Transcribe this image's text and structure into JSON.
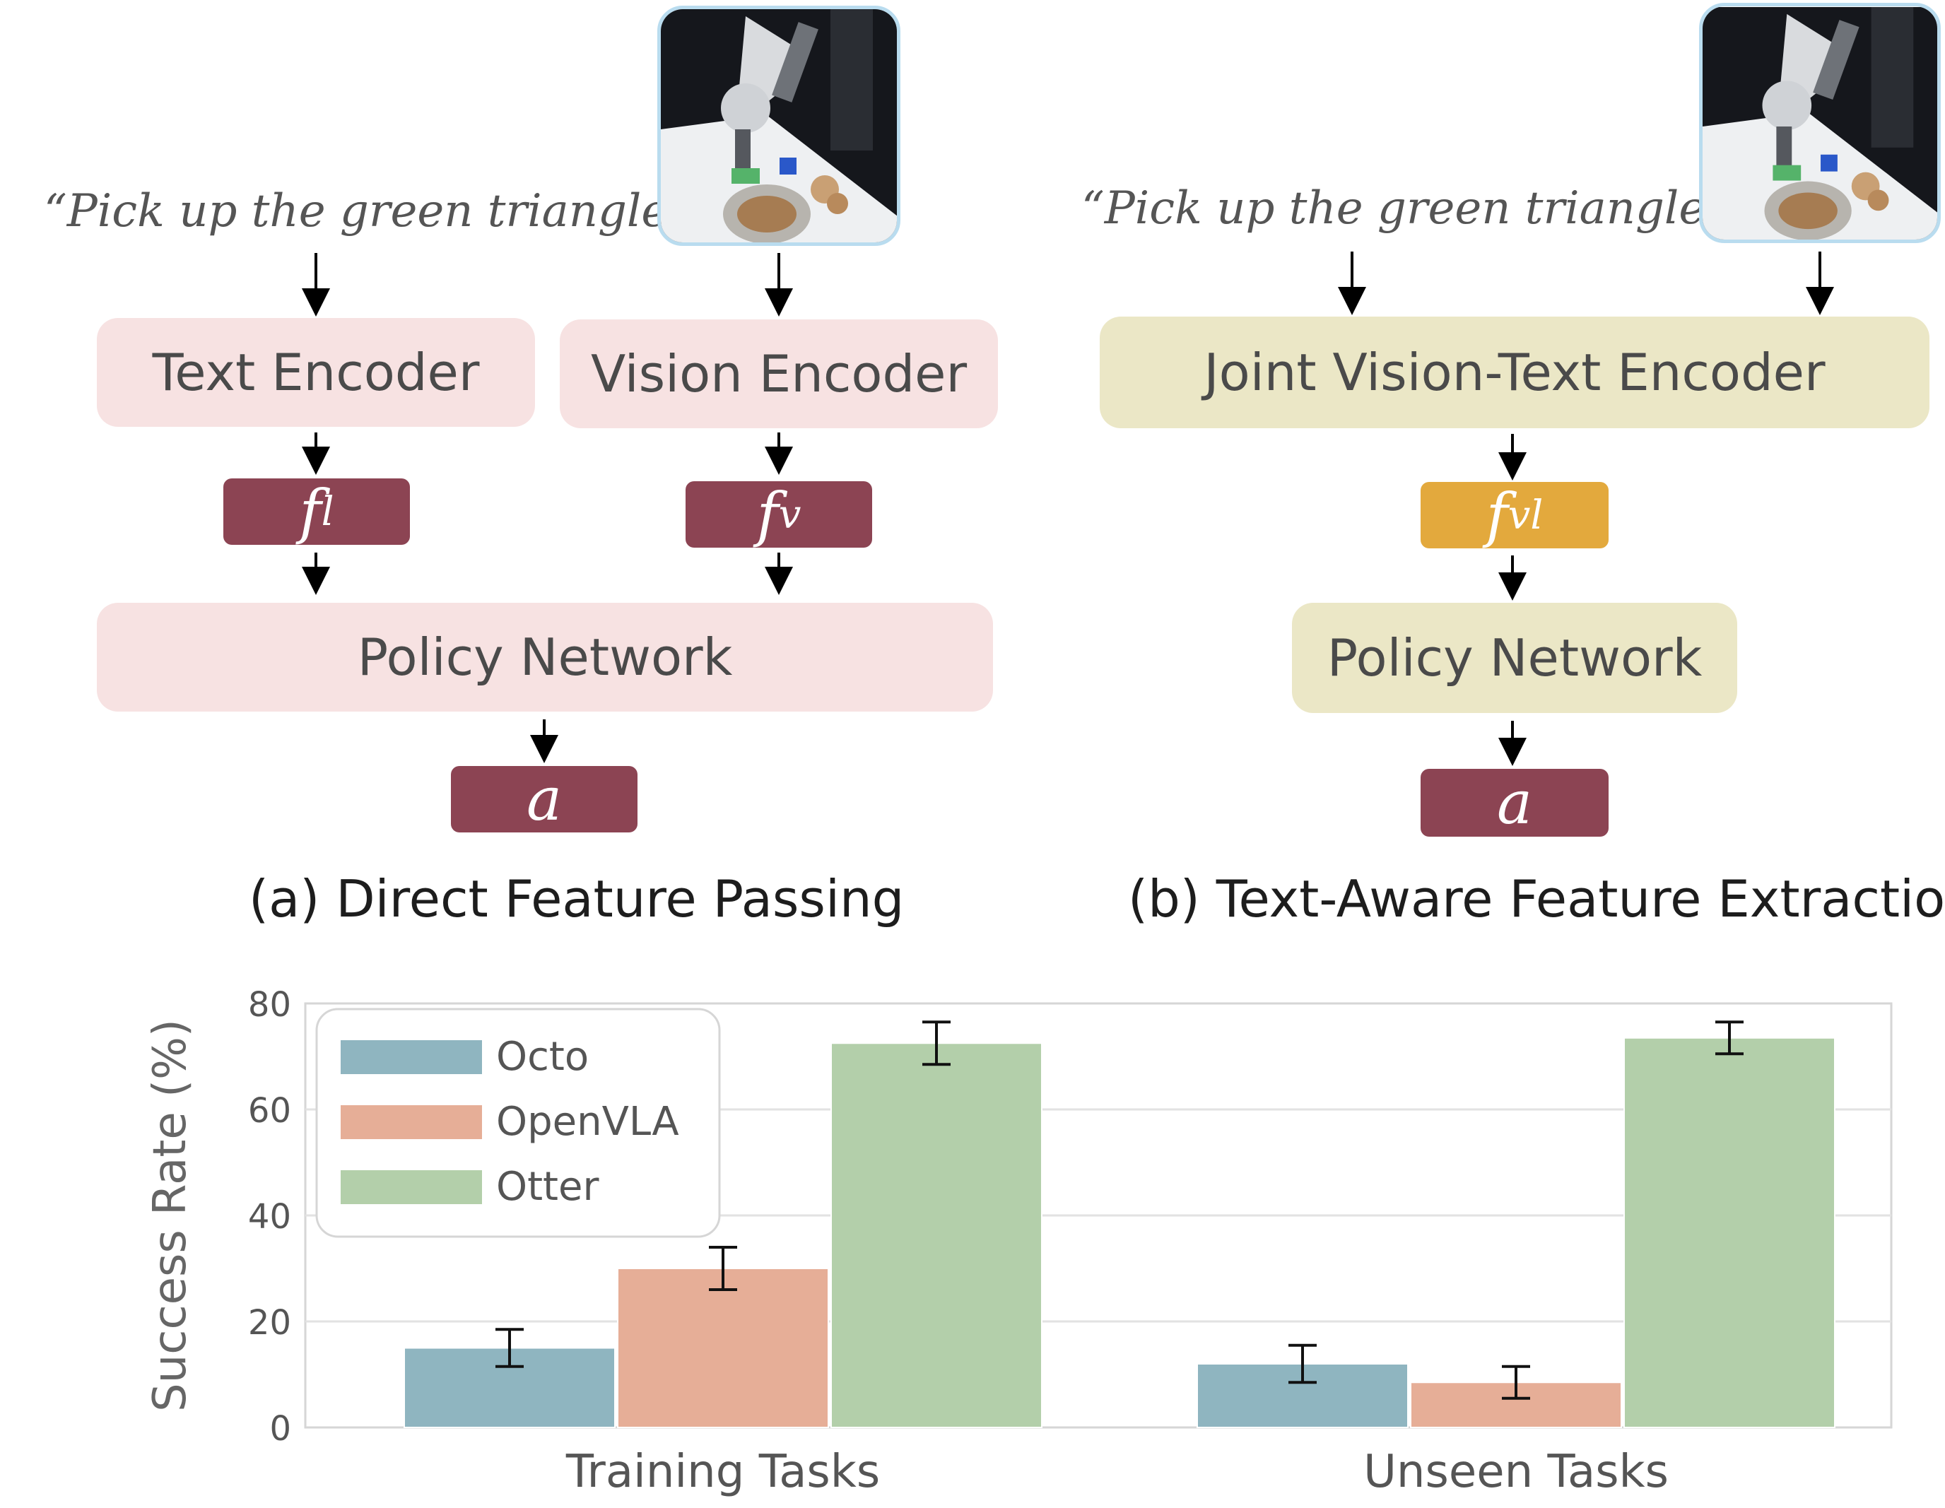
{
  "diagram_a": {
    "instruction": "“Pick up the green triangle”",
    "text_encoder": "Text Encoder",
    "vision_encoder": "Vision Encoder",
    "feature_text": "f",
    "feature_text_sub": "l",
    "feature_vision": "f",
    "feature_vision_sub": "v",
    "policy": "Policy Network",
    "action": "a",
    "caption": "(a) Direct Feature Passing"
  },
  "diagram_b": {
    "instruction": "“Pick up the green triangle”",
    "joint_encoder": "Joint Vision-Text Encoder",
    "feature_joint": "f",
    "feature_joint_sub": "vl",
    "policy": "Policy Network",
    "action": "a",
    "caption": "(b) Text-Aware Feature Extraction"
  },
  "colors": {
    "pink_box": "#f7e2e2",
    "khaki_box": "#ebe7c6",
    "maroon_feature": "#8c4453",
    "gold_feature": "#e3a93d",
    "octo": "#8fb5c0",
    "openvla": "#e6ae97",
    "otter": "#b3cfaa"
  },
  "chart_data": {
    "type": "bar",
    "ylabel": "Success Rate (%)",
    "xlabel": "",
    "ylim": [
      0,
      80
    ],
    "yticks": [
      0,
      20,
      40,
      60,
      80
    ],
    "grid": true,
    "legend_position": "top-left",
    "categories": [
      "Training Tasks",
      "Unseen Tasks"
    ],
    "series": [
      {
        "name": "Octo",
        "color": "#8fb5c0",
        "values": [
          15,
          12
        ],
        "errors": [
          3.5,
          3.5
        ]
      },
      {
        "name": "OpenVLA",
        "color": "#e6ae97",
        "values": [
          30,
          8.5
        ],
        "errors": [
          4,
          3
        ]
      },
      {
        "name": "Otter",
        "color": "#b3cfaa",
        "values": [
          72.5,
          73.5
        ],
        "errors": [
          4,
          3
        ]
      }
    ]
  }
}
